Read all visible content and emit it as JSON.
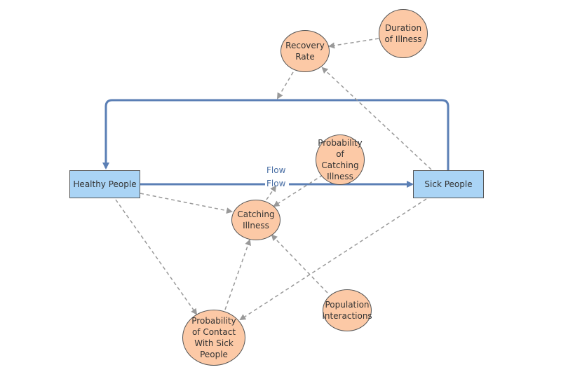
{
  "stocks": {
    "healthy": "Healthy People",
    "sick": "Sick People"
  },
  "variables": {
    "recovery_rate": "Recovery\nRate",
    "duration_of_illness": "Duration\nof Illness",
    "prob_catching_illness": "Probability\nof Catching\nIllness",
    "catching_illness": "Catching\nIllness",
    "population_interactions": "Population\nInteractions",
    "prob_contact_sick": "Probability\nof Contact\nWith Sick\nPeople"
  },
  "flows": {
    "recovery_flow_label": "Flow",
    "infection_flow_label": "Flow"
  },
  "colors": {
    "stock_fill": "#aad4f5",
    "variable_fill": "#fcc9a6",
    "flow_line": "#5b7fb5",
    "link_line": "#999999",
    "border": "#555555"
  }
}
